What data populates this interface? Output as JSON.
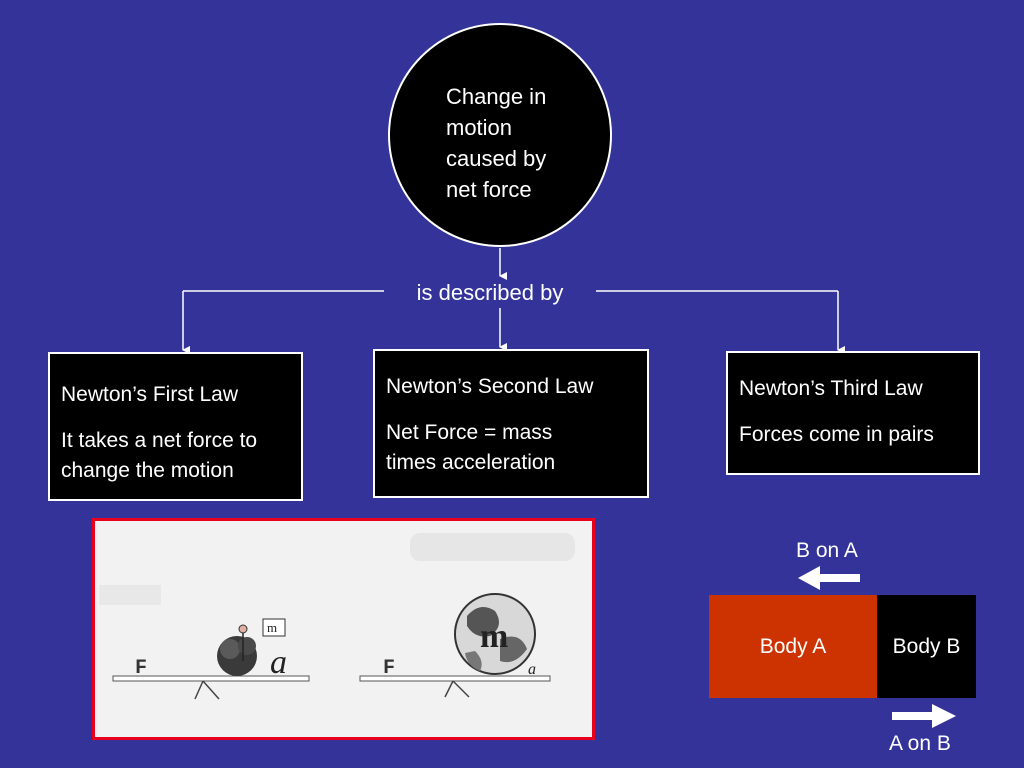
{
  "concept": {
    "central_text": "Change in\nmotion\ncaused by\nnet force",
    "connector_text": "is described by"
  },
  "laws": [
    {
      "title": "Newton’s First Law",
      "description": "It takes a net force to\nchange the motion"
    },
    {
      "title": "Newton’s Second Law",
      "description": "Net Force = mass\ntimes acceleration"
    },
    {
      "title": "Newton’s Third Law",
      "description": "Forces come in pairs"
    }
  ],
  "illustration": {
    "left_scale": {
      "force_label": "F",
      "mass_label": "m",
      "accel_label": "a"
    },
    "right_scale": {
      "force_label": "F",
      "mass_label": "m",
      "accel_label": "a"
    },
    "border_color": "#e8001c"
  },
  "third_law_diagram": {
    "body_a": "Body A",
    "body_b": "Body B",
    "force_b_on_a": "B on A",
    "force_a_on_b": "A on B",
    "body_a_color": "#cc3300",
    "body_b_color": "#000000"
  },
  "colors": {
    "background": "#333399",
    "box_fill": "#000000",
    "lines": "#ffffff"
  }
}
